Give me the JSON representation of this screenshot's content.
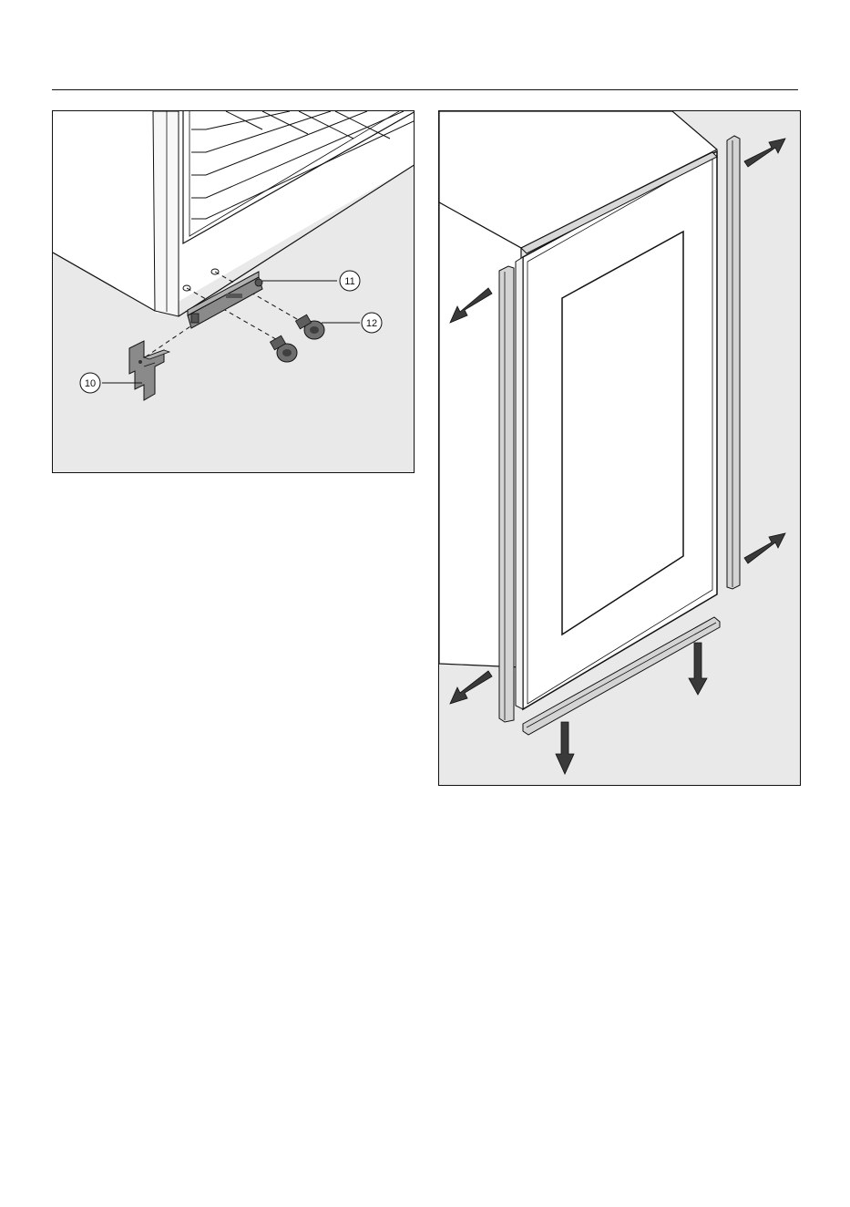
{
  "figure_left": {
    "callouts": [
      {
        "id": "part-10",
        "label": "10"
      },
      {
        "id": "part-11",
        "label": "11"
      },
      {
        "id": "part-12",
        "label": "12"
      }
    ]
  },
  "figure_right": {
    "arrows": [
      "up-right-top",
      "up-right-middle",
      "left-top",
      "left-bottom",
      "down-center",
      "down-right"
    ]
  },
  "colors": {
    "background": "#e9e9e9",
    "appliance": "#ffffff",
    "line": "#111111",
    "metal_part": "#7a7a7a",
    "arrow": "#3a3a3a"
  }
}
